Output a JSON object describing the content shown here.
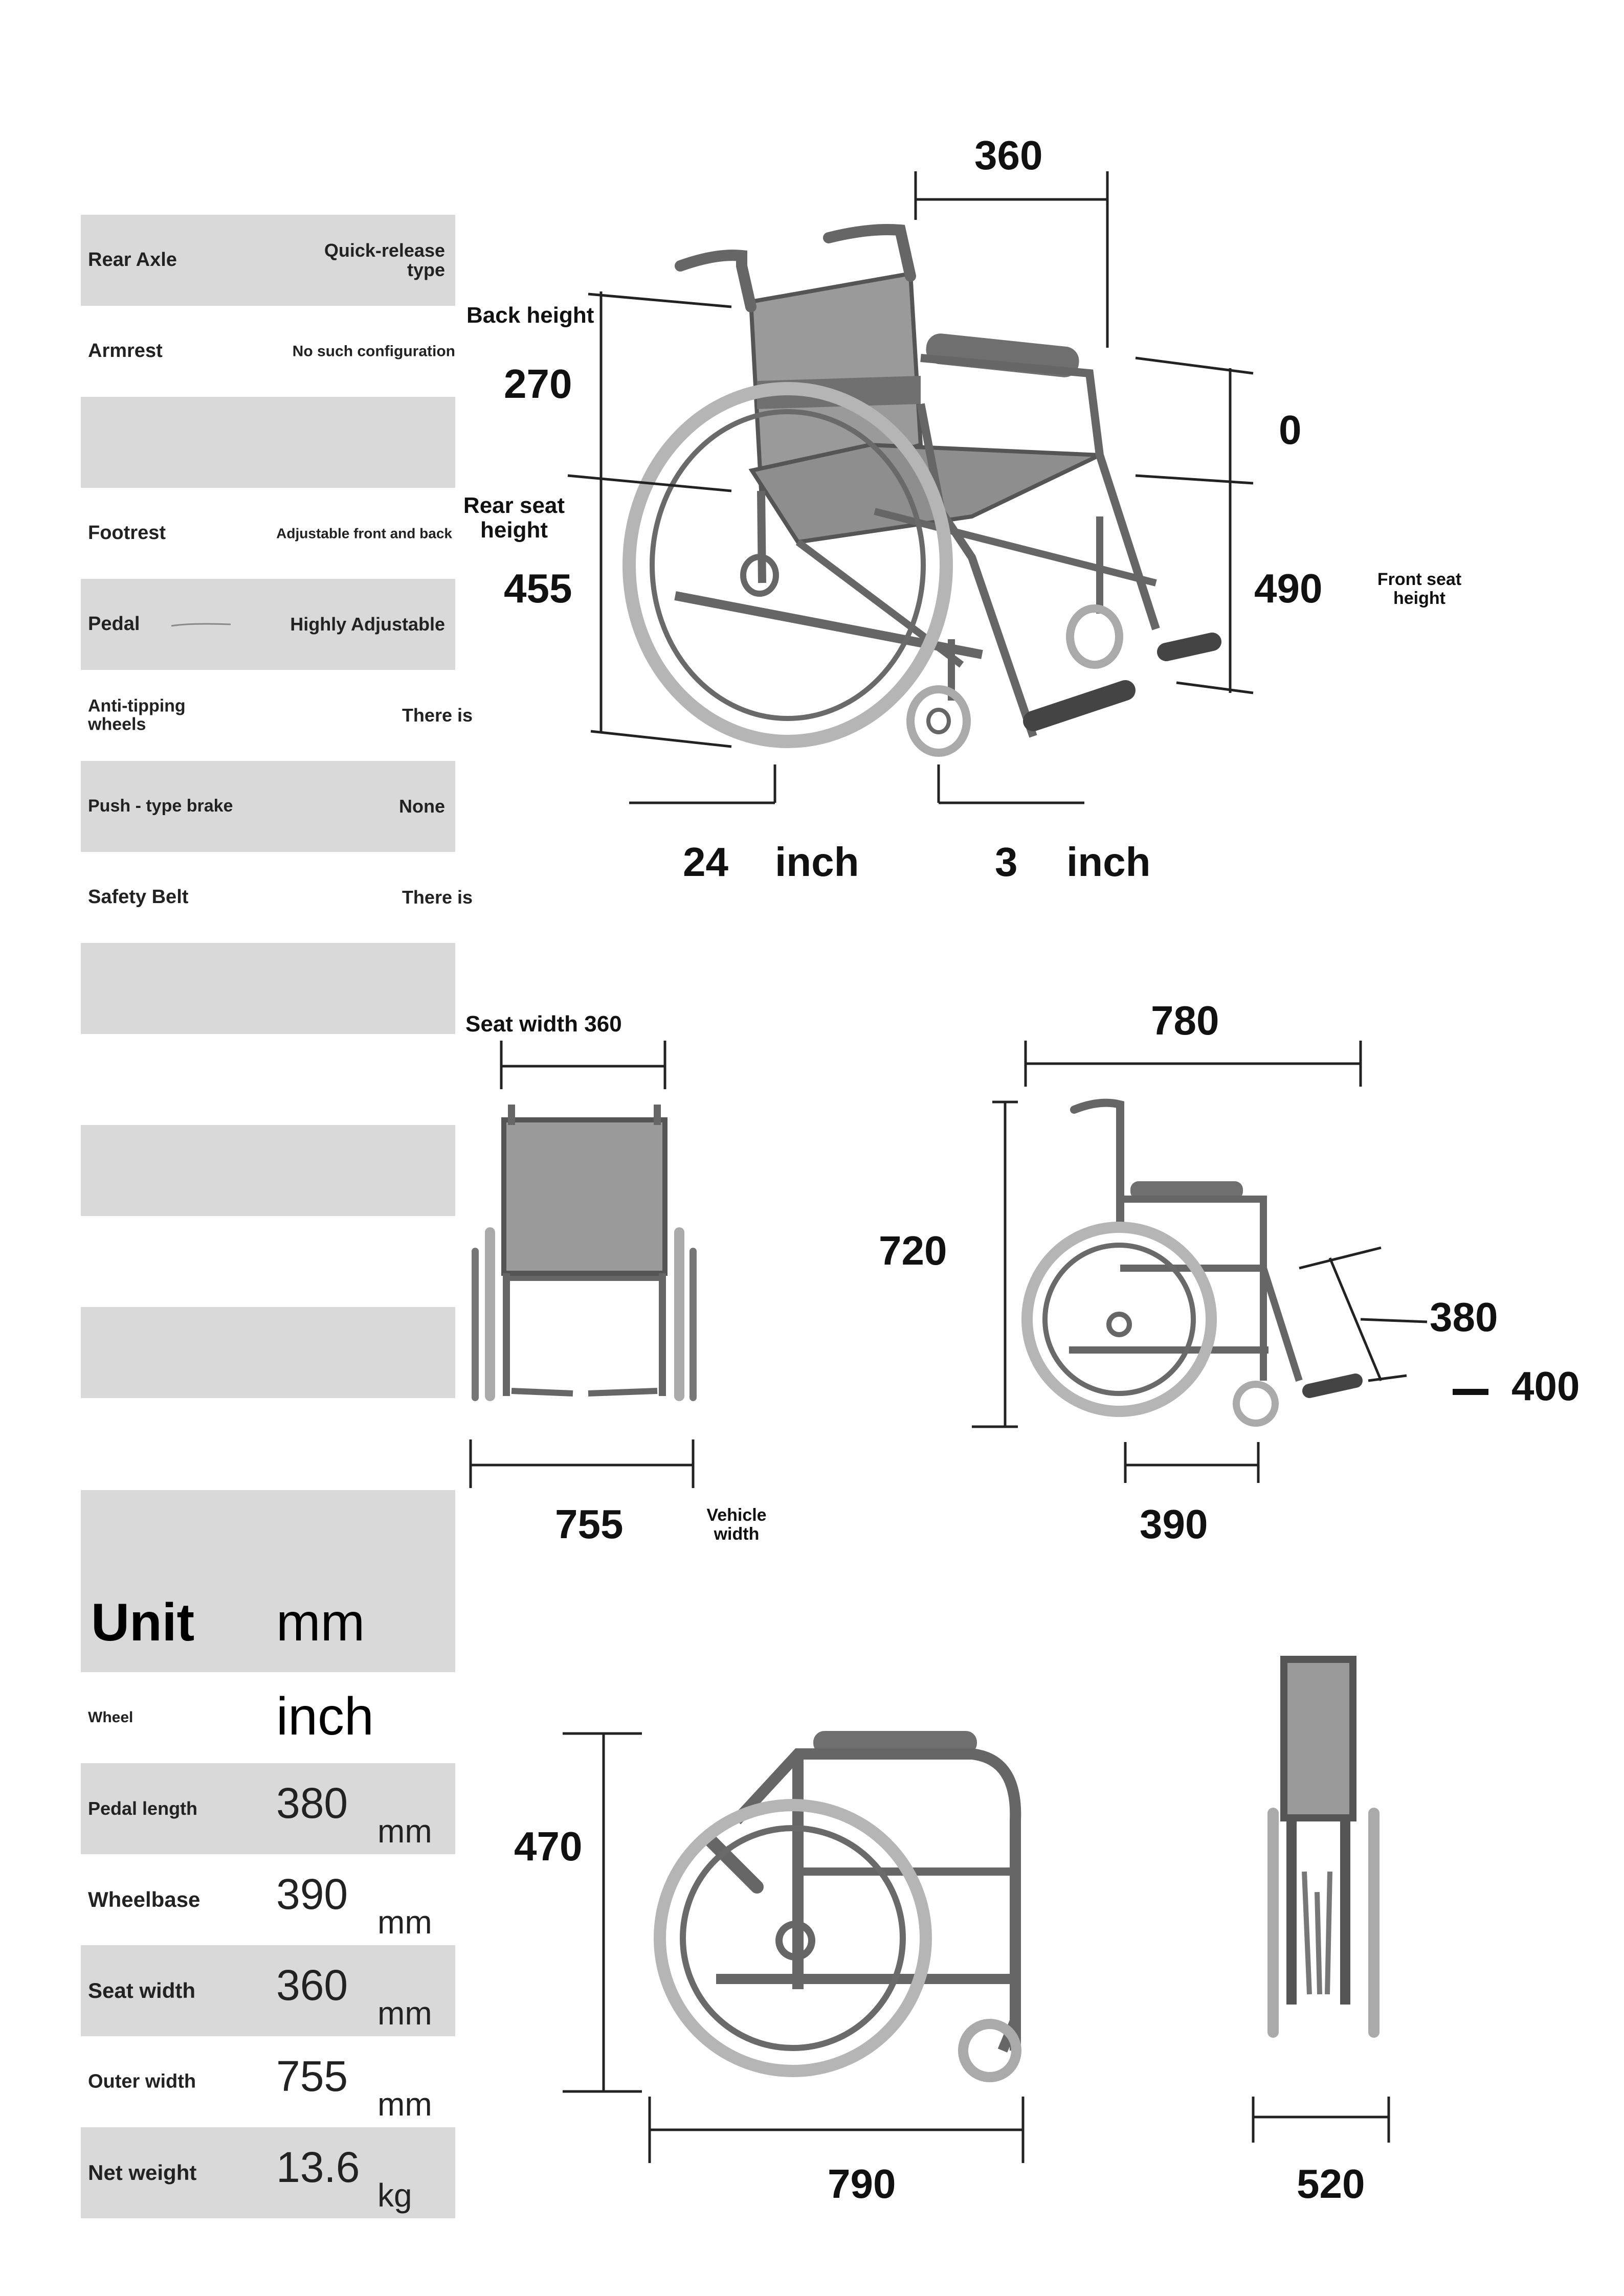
{
  "specs": [
    {
      "label": "Rear Axle",
      "value": "Quick-release type"
    },
    {
      "label": "Armrest",
      "value": "No such configuration"
    },
    {
      "label": "",
      "value": ""
    },
    {
      "label": "Footrest",
      "value": "Adjustable front and back"
    },
    {
      "label": "Pedal",
      "value": "Highly Adjustable"
    },
    {
      "label": "Anti-tipping wheels",
      "value": "There is"
    },
    {
      "label": "Push - type brake",
      "value": "None"
    },
    {
      "label": "Safety Belt",
      "value": "There is"
    }
  ],
  "unit_table": {
    "title": "Unit",
    "default_unit": "mm",
    "rows": [
      {
        "label": "Wheel",
        "value": "inch",
        "unit": ""
      },
      {
        "label": "Pedal length",
        "value": "380",
        "unit": "mm"
      },
      {
        "label": "Wheelbase",
        "value": "390",
        "unit": "mm"
      },
      {
        "label": "Seat width",
        "value": "360",
        "unit": "mm"
      },
      {
        "label": "Outer width",
        "value": "755",
        "unit": "mm"
      },
      {
        "label": "Net weight",
        "value": "13.6",
        "unit": "kg"
      }
    ]
  },
  "main_diagram": {
    "top_width": "360",
    "back_height_label": "Back height",
    "back_height": "270",
    "armrest_height": "0",
    "rear_seat_height_label": "Rear seat height",
    "rear_seat_height": "455",
    "front_seat_height": "490",
    "front_seat_height_label": "Front seat height",
    "rear_wheel": "24",
    "rear_wheel_unit": "inch",
    "front_wheel": "3",
    "front_wheel_unit": "inch"
  },
  "front_view": {
    "seat_width_label": "Seat width 360",
    "vehicle_width": "755",
    "vehicle_width_label": "Vehicle width"
  },
  "side_view": {
    "length": "780",
    "height": "720",
    "pedal_range_a": "380",
    "pedal_range_b": "400",
    "wheelbase": "390"
  },
  "folded_side": {
    "height": "470",
    "length": "790"
  },
  "folded_front": {
    "width": "520"
  }
}
